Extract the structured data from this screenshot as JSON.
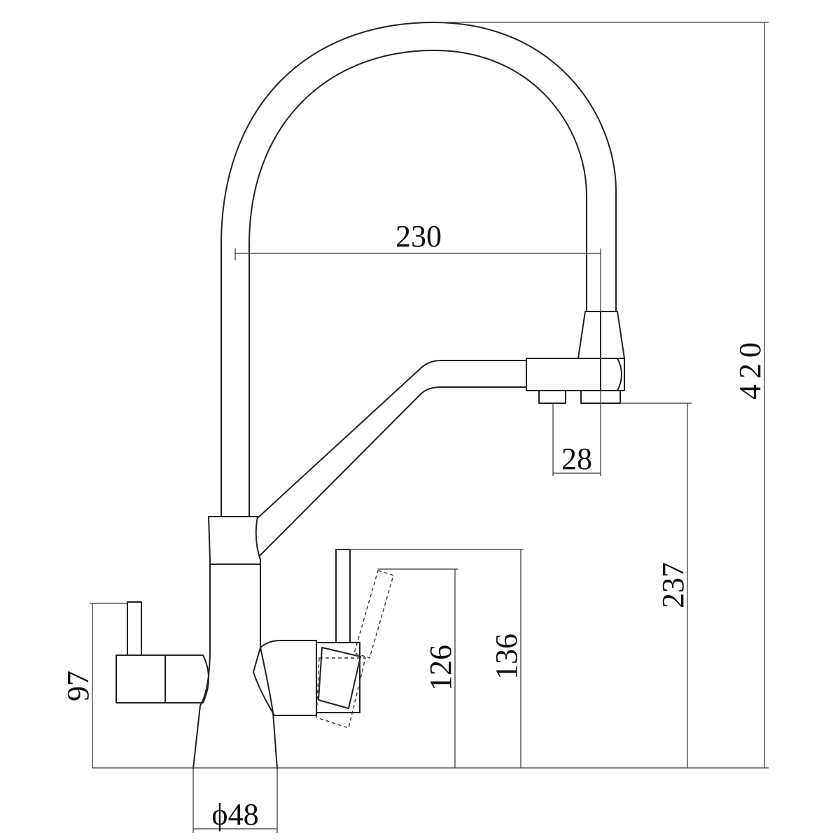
{
  "dimensions": {
    "total_height": "420",
    "spout_reach": "230",
    "outlet_spacing": "28",
    "outlet_height": "237",
    "side_lever_height": "97",
    "lever_height_1": "126",
    "lever_height_2": "136",
    "base_diameter": "ϕ48"
  },
  "colors": {
    "line": "#222222",
    "background": "#ffffff"
  }
}
